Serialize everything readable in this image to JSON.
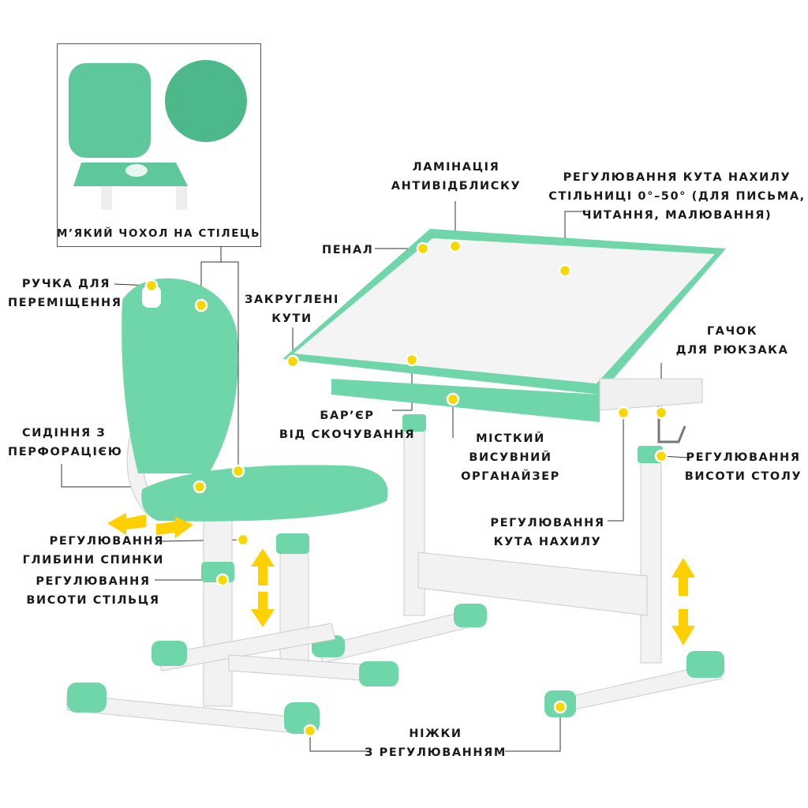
{
  "inset": {
    "caption": "М’ЯКИЙ ЧОХОЛ НА СТІЛЕЦЬ"
  },
  "labels": {
    "handle": [
      "РУЧКА ДЛЯ",
      "ПЕРЕМІЩЕННЯ"
    ],
    "seat": [
      "СИДІННЯ З",
      "ПЕРФОРАЦІЄЮ"
    ],
    "back_depth": [
      "РЕГУЛЮВАННЯ",
      "ГЛИБИНИ СПИНКИ"
    ],
    "chair_height": [
      "РЕГУЛЮВАННЯ",
      "ВИСОТИ СТІЛЬЦЯ"
    ],
    "lamination": [
      "ЛАМІНАЦІЯ",
      "АНТИВІДБЛИСКУ"
    ],
    "tilt_top": [
      "РЕГУЛЮВАННЯ КУТА НАХИЛУ",
      "СТІЛЬНИЦІ 0°–50° (ДЛЯ ПИСЬМА,",
      "ЧИТАННЯ, МАЛЮВАННЯ)"
    ],
    "pencil": [
      "ПЕНАЛ"
    ],
    "corners": [
      "ЗАКРУГЛЕНІ",
      "КУТИ"
    ],
    "hook": [
      "ГАЧОК",
      "ДЛЯ РЮКЗАКА"
    ],
    "barrier": [
      "БАР’ЄР",
      "ВІД СКОЧУВАННЯ"
    ],
    "organizer": [
      "МІСТКИЙ",
      "ВИСУВНИЙ",
      "ОРГАНАЙЗЕР"
    ],
    "desk_height": [
      "РЕГУЛЮВАННЯ",
      "ВИСОТИ СТОЛУ"
    ],
    "tilt": [
      "РЕГУЛЮВАННЯ",
      "КУТА НАХИЛУ"
    ],
    "legs": [
      "НІЖКИ",
      "З РЕГУЛЮВАННЯМ"
    ]
  },
  "colors": {
    "green": "#6fd6aa",
    "dot": "#f5d800",
    "arrow": "#ffd000",
    "frame": "#e8e8e8"
  }
}
